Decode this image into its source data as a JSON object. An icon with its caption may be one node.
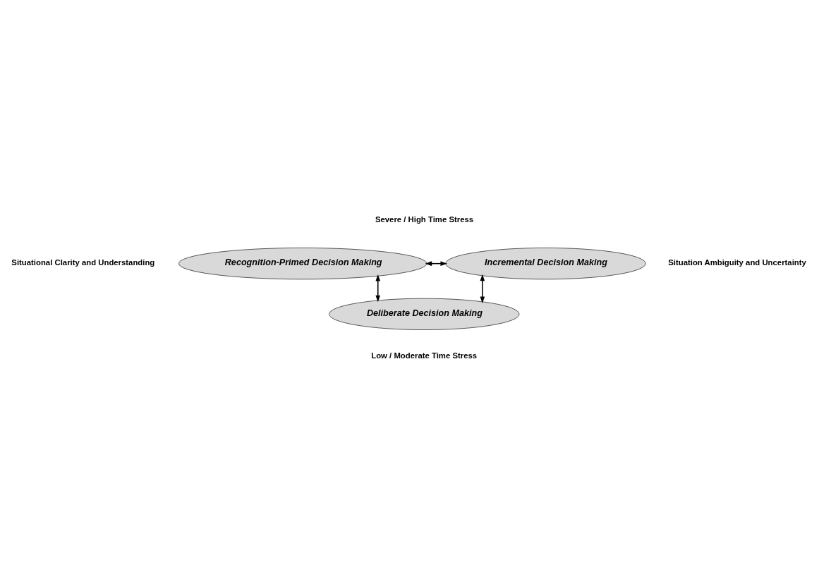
{
  "diagram": {
    "nodes": [
      {
        "text": [
          "Recognition-Primed Decision Making"
        ]
      },
      {
        "text": [
          "Incremental Decision Making"
        ]
      },
      {
        "text": [
          "Deliberate Decision Making"
        ]
      }
    ],
    "edges": [
      {
        "from": 0,
        "to": 1,
        "arrow": "both"
      },
      {
        "from": 0,
        "to": 2,
        "arrow": "both"
      },
      {
        "from": 2,
        "to": 1,
        "arrow": "both"
      }
    ],
    "labels": [
      "Severe / High Time Stress",
      "Situational Clarity and Understanding",
      "Situation Ambiguity and Uncertainty",
      "Low / Moderate Time Stress"
    ]
  }
}
